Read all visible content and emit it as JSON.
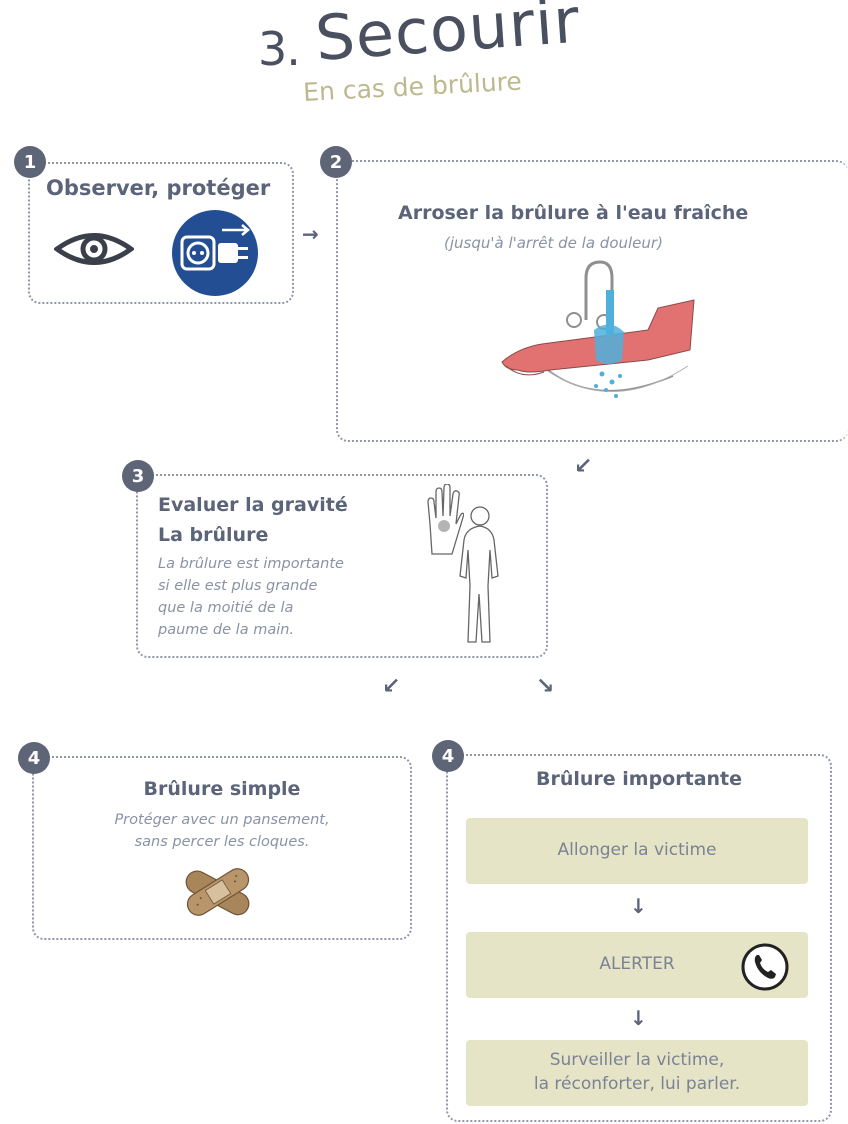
{
  "header": {
    "number": "3.",
    "title": "Secourir",
    "subtitle": "En cas de brûlure"
  },
  "step1": {
    "badge": "1",
    "title": "Observer, protéger",
    "icons": [
      "eye-icon",
      "unplug-icon"
    ]
  },
  "step2": {
    "badge": "2",
    "title": "Arroser la brûlure à l'eau fraîche",
    "note": "(jusqu'à l'arrêt de la douleur)",
    "icons": [
      "faucet-icon",
      "arm-under-water-icon"
    ]
  },
  "step3": {
    "badge": "3",
    "title_line1": "Evaluer la gravité",
    "title_line2": "La brûlure",
    "note_lines": [
      "La brûlure est importante",
      "si elle est plus grande",
      "que la moitié de la",
      "paume de la main."
    ],
    "icons": [
      "hand-palm-icon",
      "body-silhouette-icon"
    ]
  },
  "step4a": {
    "badge": "4",
    "title": "Brûlure simple",
    "note_lines": [
      "Protéger avec un pansement,",
      "sans percer les cloques."
    ],
    "icons": [
      "bandage-icon"
    ]
  },
  "step4b": {
    "badge": "4",
    "title": "Brûlure importante",
    "actions": [
      {
        "label": "Allonger la victime"
      },
      {
        "label": "ALERTER"
      },
      {
        "label_lines": [
          "Surveiller la victime,",
          "la réconforter, lui parler."
        ]
      }
    ],
    "icons": [
      "phone-icon"
    ]
  },
  "colors": {
    "text": "#5b6478",
    "note": "#8a92a4",
    "badge": "#5e6577",
    "subtitle": "#bdb98e",
    "action_bg": "#e6e4c6",
    "plug_bg": "#244e93",
    "arm": "#e27272",
    "water": "#4fb0dc"
  }
}
